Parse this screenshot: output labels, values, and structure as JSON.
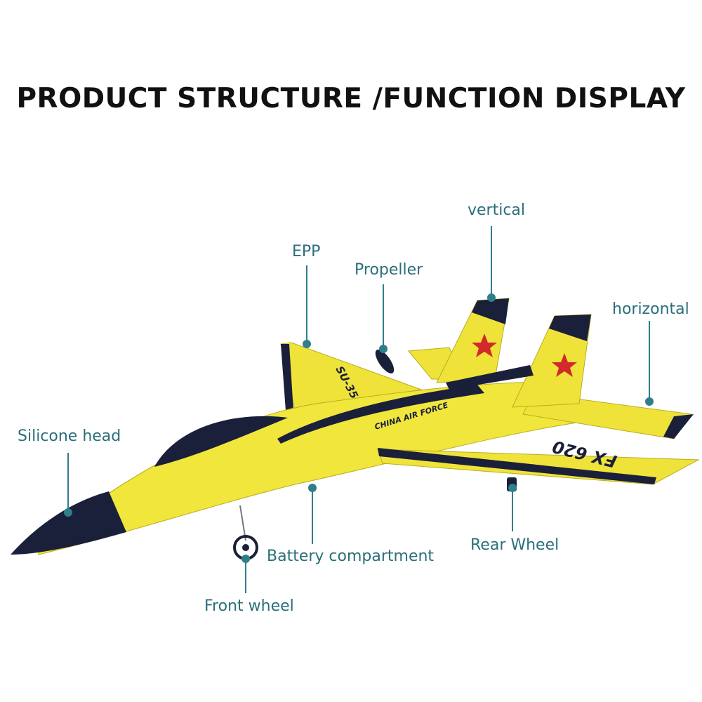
{
  "title": "PRODUCT STRUCTURE /FUNCTION DISPLAY",
  "callouts": {
    "vertical": "vertical",
    "epp": "EPP",
    "propeller": "Propeller",
    "horizontal": "horizontal",
    "silicone_head": "Silicone head",
    "battery_compartment": "Battery compartment",
    "rear_wheel": "Rear Wheel",
    "front_wheel": "Front wheel"
  },
  "aircraft_markings": {
    "nose_text": "SU-35",
    "fuselage_text": "CHINA AIR FORCE",
    "wing_text": "FX 620"
  },
  "colors": {
    "title": "#111111",
    "callout_text": "#2a6f7a",
    "leader_line": "#2f7f8a",
    "body_yellow": "#f0e63c",
    "accent_navy": "#1a1f3a",
    "star_red": "#d22a2a"
  }
}
